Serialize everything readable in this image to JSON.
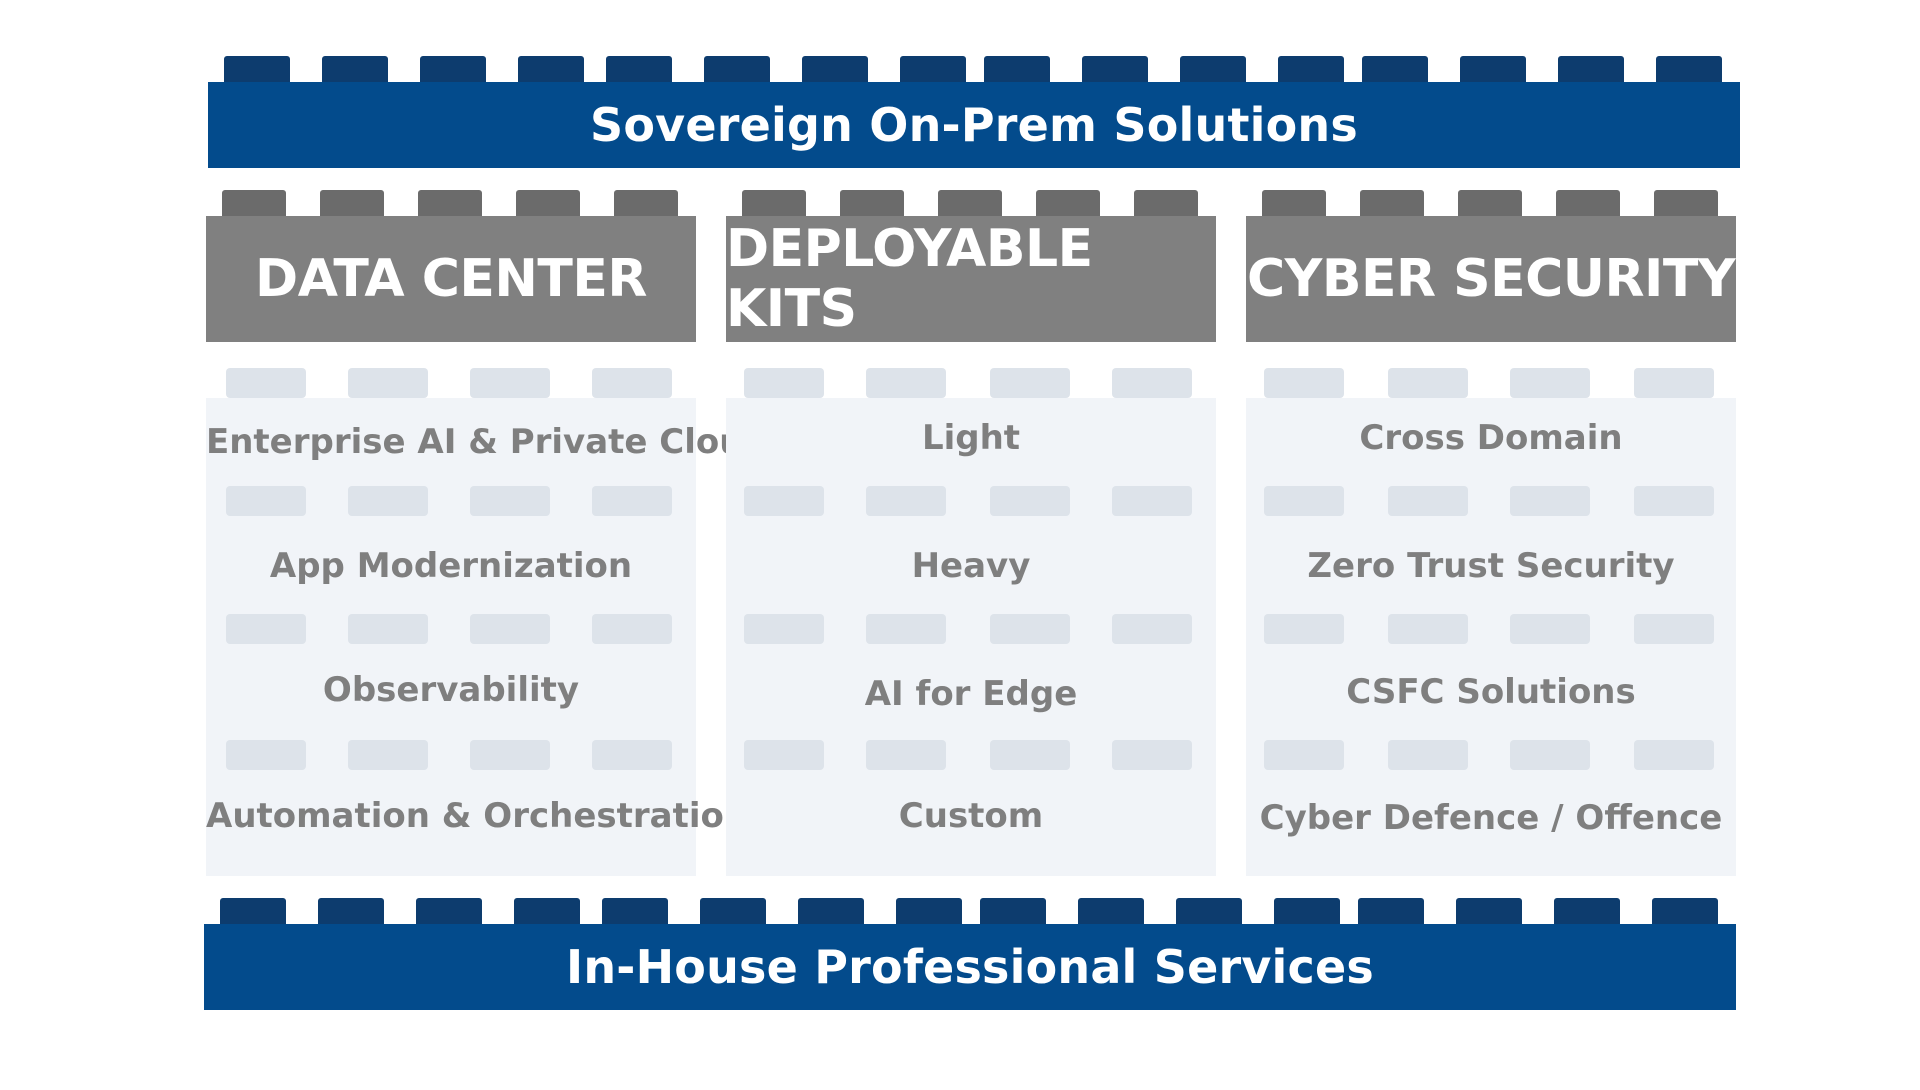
{
  "top_band": {
    "label": "Sovereign On-Prem Solutions"
  },
  "bottom_band": {
    "label": "In-House Professional Services"
  },
  "pillars": [
    {
      "title": "DATA CENTER",
      "items": [
        "Enterprise AI & Private Cloud",
        "App Modernization",
        "Observability",
        "Automation & Orchestration"
      ]
    },
    {
      "title": "DEPLOYABLE KITS",
      "items": [
        "Light",
        "Heavy",
        "AI for Edge",
        "Custom"
      ]
    },
    {
      "title": "CYBER SECURITY",
      "items": [
        "Cross Domain",
        "Zero Trust Security",
        "CSFC Solutions",
        "Cyber Defence / Offence"
      ]
    }
  ],
  "colors": {
    "band": "#034b8c",
    "band_studs": "#0d3c6e",
    "pillar_head": "#808080",
    "pillar_studs": "#6b6b6b",
    "pillar_body": "#f1f4f8",
    "body_studs": "#dde3ea",
    "item_text": "#7f7f7f"
  }
}
